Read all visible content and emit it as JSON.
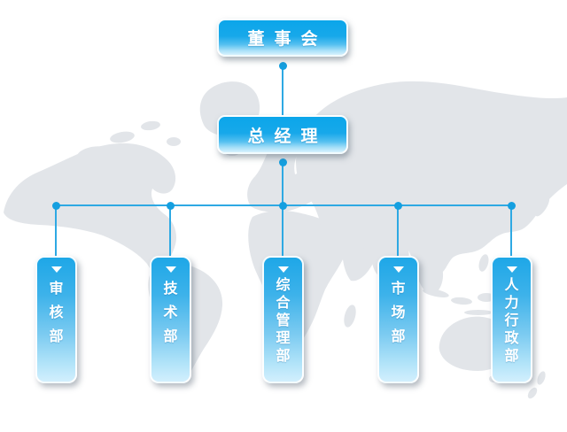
{
  "nodes": {
    "board": {
      "label": "董事会"
    },
    "general_manager": {
      "label": "总经理"
    },
    "departments": [
      {
        "label": "审核部"
      },
      {
        "label": "技术部"
      },
      {
        "label": "综合管理部"
      },
      {
        "label": "市场部"
      },
      {
        "label": "人力行政部"
      }
    ]
  },
  "icons": {
    "department_marker": "triangle-down",
    "connector_node": "dot"
  },
  "colors": {
    "line": "#2ea9e3",
    "dot": "#149fe0",
    "map": "#e2e5e9",
    "background": "#ffffff",
    "text": "#ffffff"
  }
}
